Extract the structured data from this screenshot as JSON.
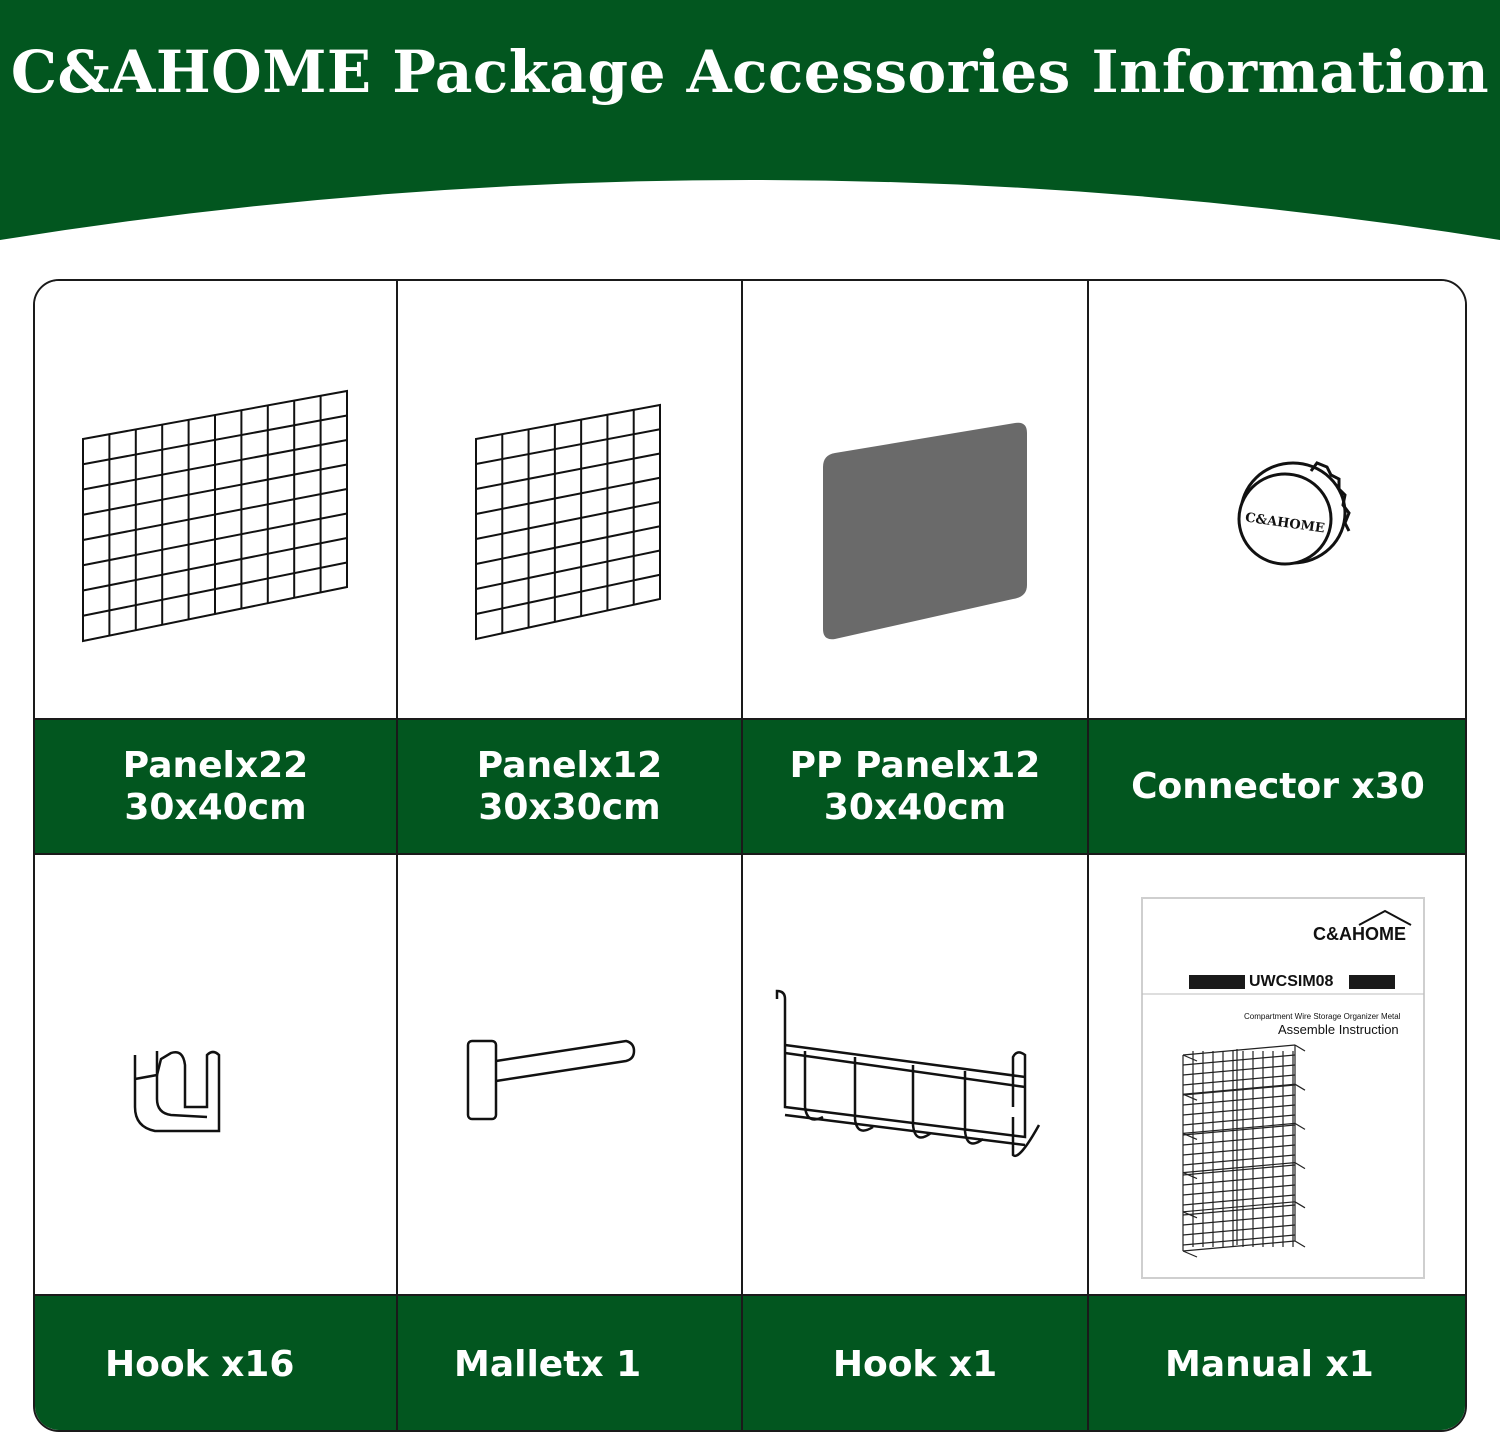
{
  "header": {
    "title": "C&AHOME Package Accessories Information",
    "bg_color": "#02561f"
  },
  "items": [
    {
      "line1": "Panelx22",
      "line2": "30x40cm",
      "icon": "wire-grid-panel-icon"
    },
    {
      "line1": "Panelx12",
      "line2": "30x30cm",
      "icon": "wire-grid-square-panel-icon"
    },
    {
      "line1": "PP Panelx12",
      "line2": "30x40cm",
      "icon": "pp-panel-icon"
    },
    {
      "line1": "Connector x30",
      "line2": "",
      "icon": "connector-icon",
      "logo_text": "C&AHOME"
    },
    {
      "line1": "Hook x16",
      "line2": "",
      "icon": "small-hook-icon"
    },
    {
      "line1": "Malletx 1",
      "line2": "",
      "icon": "mallet-icon"
    },
    {
      "line1": "Hook x1",
      "line2": "",
      "icon": "over-door-hook-icon"
    },
    {
      "line1": "Manual x1",
      "line2": "",
      "icon": "manual-icon"
    }
  ],
  "manual": {
    "brand": "C&AHOME",
    "model": "UWCSIM08",
    "subtitle": "Compartment Wire Storage Organizer Metal",
    "instruction": "Assemble Instruction"
  }
}
